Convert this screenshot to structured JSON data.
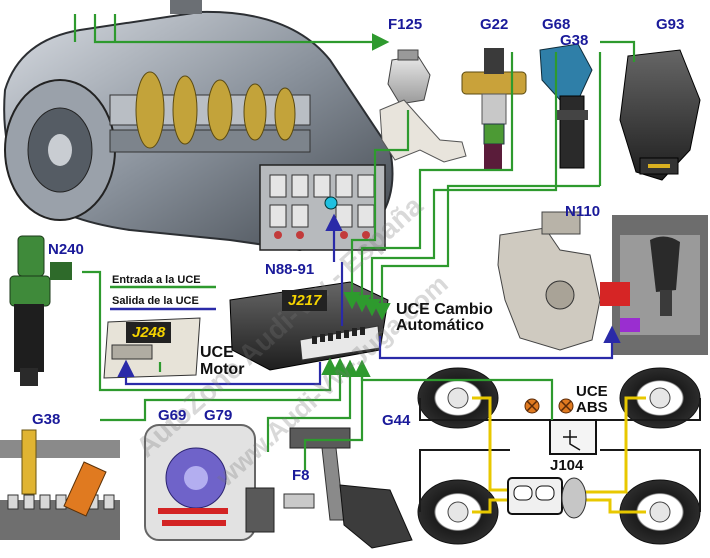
{
  "labels": {
    "f125": "F125",
    "g22": "G22",
    "g68": "G68",
    "g38_top": "G38",
    "g93": "G93",
    "n110": "N110",
    "n240": "N240",
    "n88_91": "N88-91",
    "j217": "J217",
    "uce_cambio": "UCE Cambio",
    "automatico": "Automático",
    "j248": "J248",
    "uce_motor_1": "UCE",
    "uce_motor_2": "Motor",
    "g38_bottom": "G38",
    "g69": "G69",
    "g79": "G79",
    "f8": "F8",
    "g44": "G44",
    "uce_abs_1": "UCE",
    "uce_abs_2": "ABS",
    "j104": "J104"
  },
  "legend": {
    "input": "Entrada a la UCE",
    "output": "Salida de la UCE"
  },
  "watermark": {
    "line1": "AutoZone Audi-Vw - España",
    "line2": "www.Audi-Vw-Juga.com"
  },
  "colors": {
    "input_line": "#2e9a2e",
    "output_line": "#2a2aa8",
    "abs_line": "#1a1a1a",
    "abs_yellow": "#e8c800",
    "label": "#1a1a9a"
  }
}
